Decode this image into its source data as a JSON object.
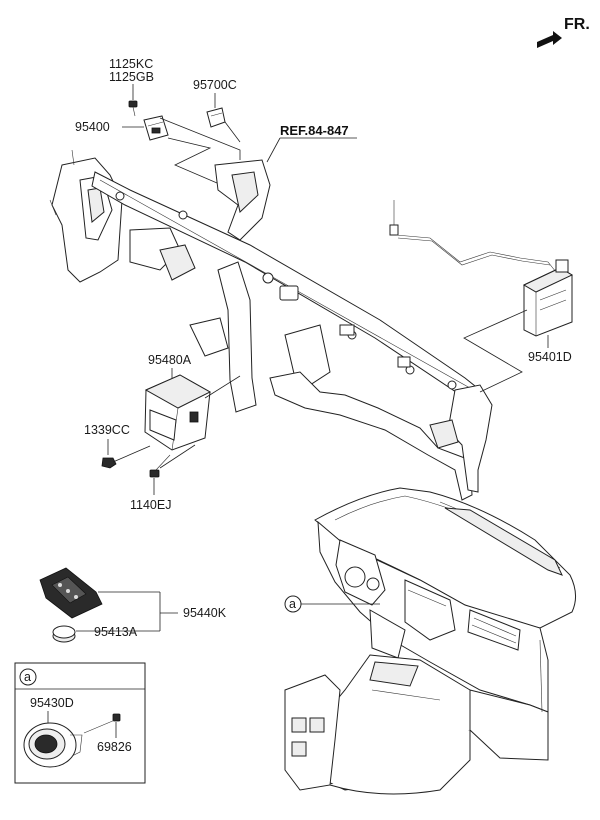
{
  "orientation_label": "FR.",
  "reference_label": "REF.84-847",
  "callout_marker": "a",
  "parts": {
    "p1125kc": "1125KC",
    "p1125gb": "1125GB",
    "p95700c": "95700C",
    "p95400": "95400",
    "p95401d": "95401D",
    "p95480a": "95480A",
    "p1339cc": "1339CC",
    "p1140ej": "1140EJ",
    "p95440k": "95440K",
    "p95413a": "95413A",
    "p95430d": "95430D",
    "p69826": "69826"
  }
}
